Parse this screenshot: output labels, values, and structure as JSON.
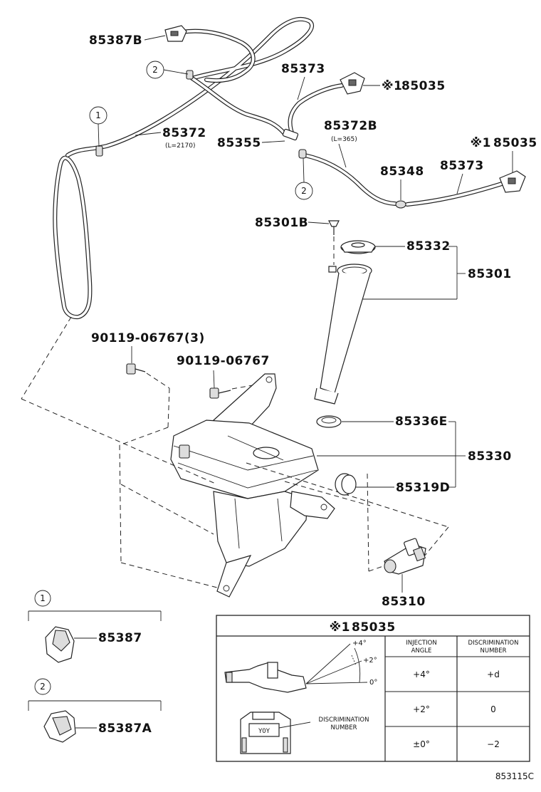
{
  "labels": {
    "p85387B": "85387B",
    "p85373_top": "85373",
    "p85035_top": "85035",
    "p85372": "85372",
    "p85372_len": "(L=2170)",
    "p85355": "85355",
    "p85372B": "85372B",
    "p85372B_len": "(L=365)",
    "p85035_right": "85035",
    "p85348": "85348",
    "p85373_right": "85373",
    "p85301B": "85301B",
    "p85332": "85332",
    "p85301": "85301",
    "p90119_3": "90119-06767(3)",
    "p90119": "90119-06767",
    "p85336E": "85336E",
    "p85330": "85330",
    "p85319D": "85319D",
    "p85310": "85310",
    "p85387": "85387",
    "p85387A": "85387A",
    "ref_mark": "※1",
    "callout_1": "1",
    "callout_2": "2"
  },
  "table": {
    "title_mark": "※1",
    "title_part": "85035",
    "col1_header_line1": "INJECTION",
    "col1_header_line2": "ANGLE",
    "col2_header_line1": "DISCRIMINATION",
    "col2_header_line2": "NUMBER",
    "rows": [
      {
        "angle": "+4°",
        "number": "+d"
      },
      {
        "angle": "+2°",
        "number": "0"
      },
      {
        "angle": "±0°",
        "number": "−2"
      }
    ],
    "angle_marks": [
      "+4°",
      "+2°",
      "0°"
    ],
    "disc_label_line1": "DISCRIMINATION",
    "disc_label_line2": "NUMBER",
    "badge_text": "Y0Y"
  },
  "footer": {
    "drawing_code": "853115C"
  }
}
